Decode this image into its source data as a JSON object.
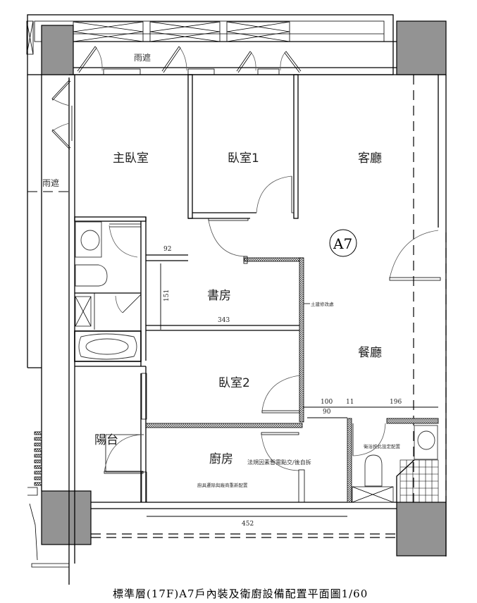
{
  "drawing": {
    "caption": "標準層(17F)A7戶內裝及衛廚設備配置平面圖1/60",
    "unit_tag": "A7",
    "scale": "1/60",
    "floor": "17F",
    "colors": {
      "line": "#000000",
      "pillar": "#939393",
      "background": "#ffffff"
    }
  },
  "rooms": {
    "master_bedroom": "主臥室",
    "bedroom1": "臥室1",
    "living_room": "客廳",
    "study": "書房",
    "dining_room": "餐廳",
    "bedroom2": "臥室2",
    "balcony": "陽台",
    "kitchen": "廚房",
    "canopy_top": "雨遮",
    "canopy_left": "雨遮"
  },
  "notes": {
    "structural_change": "土建修改處",
    "regulation_note": "法規因素暫需點交/後自拆",
    "kitchen_note": "廚具遷除與廠商重新配置",
    "bathroom_note": "衛浴按此設定配置"
  },
  "dimensions": {
    "d92": "92",
    "d151": "151",
    "d343": "343",
    "d100": "100",
    "d90": "90",
    "d11": "11",
    "d196": "196",
    "d452": "452"
  }
}
